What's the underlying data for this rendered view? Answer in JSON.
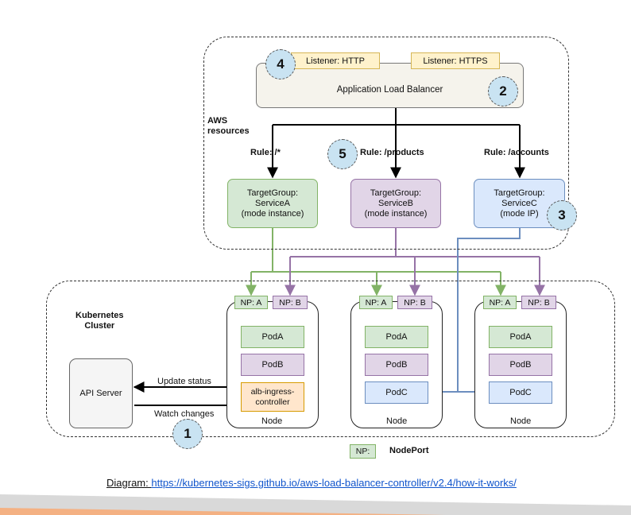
{
  "aws": {
    "label_line1": "AWS",
    "label_line2": "resources",
    "listener_http": "Listener: HTTP",
    "listener_https": "Listener: HTTPS",
    "alb_label": "Application Load Balancer",
    "rules": [
      "Rule: /*",
      "Rule: /products",
      "Rule: /accounts"
    ],
    "target_groups": [
      {
        "line1": "TargetGroup:",
        "line2": "ServiceA",
        "line3": "(mode instance)"
      },
      {
        "line1": "TargetGroup:",
        "line2": "ServiceB",
        "line3": "(mode instance)"
      },
      {
        "line1": "TargetGroup:",
        "line2": "ServiceC",
        "line3": "(mode IP)"
      }
    ]
  },
  "cluster": {
    "label_line1": "Kubernetes",
    "label_line2": "Cluster",
    "api_server": "API Server",
    "update_status": "Update status",
    "watch_changes": "Watch changes",
    "controller_line1": "alb-ingress-",
    "controller_line2": "controller",
    "node_label": "Node",
    "np_a": "NP: A",
    "np_b": "NP: B",
    "pod_a": "PodA",
    "pod_b": "PodB",
    "pod_c": "PodC"
  },
  "badges": [
    "1",
    "2",
    "3",
    "4",
    "5"
  ],
  "legend": {
    "swatch": "NP:",
    "text": "NodePort"
  },
  "caption": {
    "prefix": "Diagram: ",
    "url": "https://kubernetes-sigs.github.io/aws-load-balancer-controller/v2.4/how-it-works/"
  },
  "colors": {
    "green": "#82b366",
    "purple": "#9673a6",
    "blue": "#6c8ebf",
    "badge": "#c9e3f2",
    "bottom_band_grey": "#d9d9d9",
    "bottom_band_orange": "#f4b183"
  }
}
